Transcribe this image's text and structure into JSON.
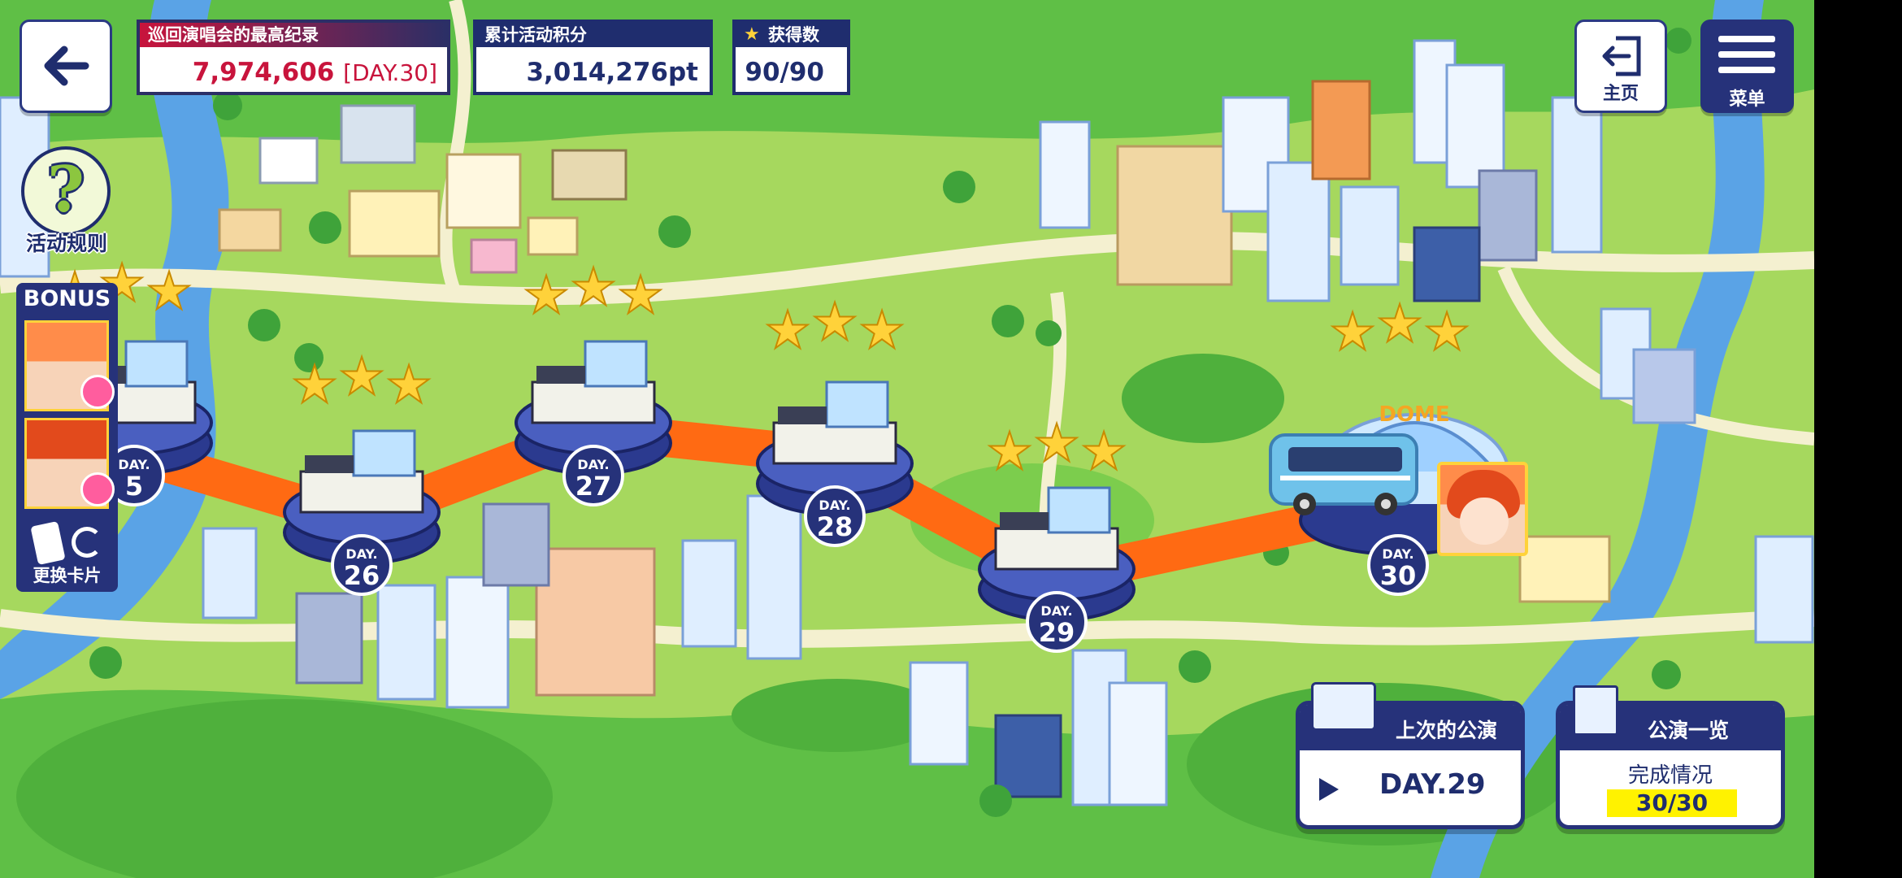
{
  "hud": {
    "record": {
      "title": "巡回演唱会的最高纪录",
      "value": "7,974,606",
      "day": "[DAY.30]"
    },
    "points": {
      "title": "累计活动积分",
      "value": "3,014,276pt"
    },
    "stars": {
      "title": "获得数",
      "value": "90/90"
    }
  },
  "buttons": {
    "rules_label": "活动规则",
    "home_label": "主页",
    "menu_label": "菜单"
  },
  "bonus": {
    "title": "BONUS",
    "change_cards_label": "更换卡片"
  },
  "route": {
    "nodes": [
      {
        "label": "DAY.",
        "num": "5",
        "stars": 3
      },
      {
        "label": "DAY.",
        "num": "26",
        "stars": 3
      },
      {
        "label": "DAY.",
        "num": "27",
        "stars": 3
      },
      {
        "label": "DAY.",
        "num": "28",
        "stars": 3
      },
      {
        "label": "DAY.",
        "num": "29",
        "stars": 3
      },
      {
        "label": "DAY.",
        "num": "30",
        "stars": 3
      }
    ],
    "dome_sign": "DOME"
  },
  "last_performance": {
    "title": "上次的公演",
    "value": "DAY.29"
  },
  "performance_list": {
    "title": "公演一览",
    "subtitle": "完成情况",
    "progress": "30/30"
  },
  "colors": {
    "navy": "#1f2d6e",
    "route": "#ff6a13",
    "star": "#ffd23a",
    "grass": "#9fd45a",
    "river": "#5aa3e6"
  }
}
